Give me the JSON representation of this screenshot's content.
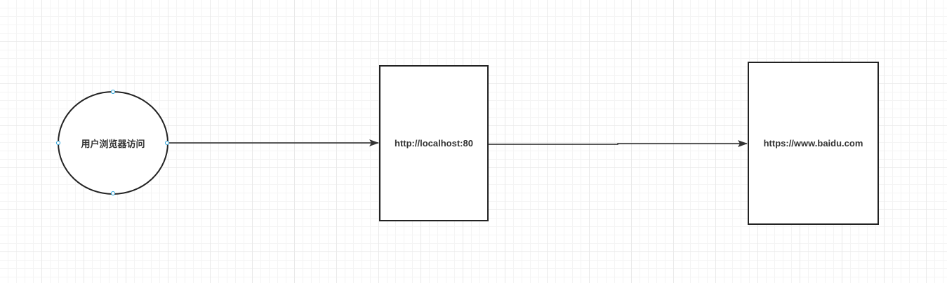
{
  "diagram": {
    "nodes": [
      {
        "id": "user-browser",
        "shape": "ellipse",
        "label": "用户浏览器访问"
      },
      {
        "id": "localhost",
        "shape": "rect",
        "label": "http://localhost:80"
      },
      {
        "id": "baidu",
        "shape": "rect",
        "label": "https://www.baidu.com"
      }
    ],
    "edges": [
      {
        "from": "user-browser",
        "to": "localhost"
      },
      {
        "from": "localhost",
        "to": "baidu"
      }
    ],
    "colors": {
      "stroke": "#222222",
      "text": "#333333",
      "handle": "#29a2d8"
    }
  }
}
